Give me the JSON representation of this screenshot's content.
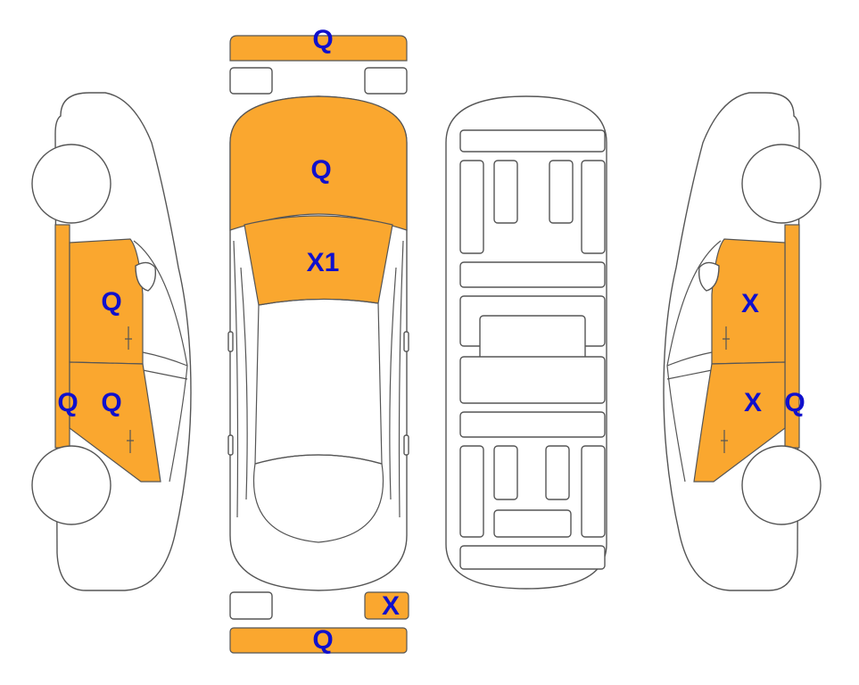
{
  "colors": {
    "damaged": "#FAA72F",
    "label": "#1010CC"
  },
  "labels": {
    "front_bumper": "Q",
    "hood": "Q",
    "windshield": "X1",
    "left_front_door": "Q",
    "left_rear_door": "Q",
    "left_rocker": "Q",
    "right_front_door": "X",
    "right_rear_door": "X",
    "right_rocker": "Q",
    "rear_light_right": "X",
    "rear_bumper": "Q"
  }
}
